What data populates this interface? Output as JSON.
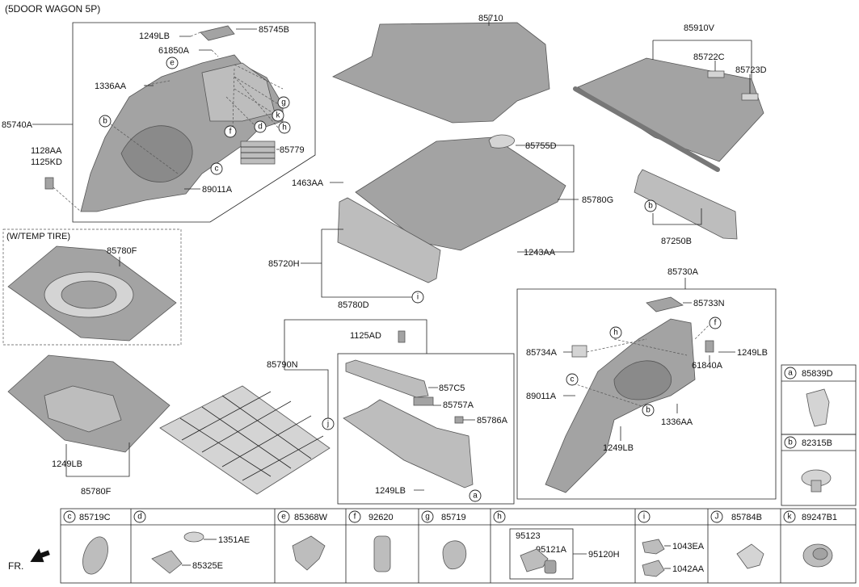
{
  "title": "(5DOOR WAGON 5P)",
  "temp_tire_title": "(W/TEMP TIRE)",
  "labels": {
    "l85710": "85710",
    "l85910v": "85910V",
    "l85722c": "85722C",
    "l85723d": "85723D",
    "l1249lb_a": "1249LB",
    "l85745b": "85745B",
    "l61850a": "61850A",
    "l1336aa_a": "1336AA",
    "l85740a": "85740A",
    "l1128aa": "1128AA",
    "l1125kd": "1125KD",
    "l85779": "85779",
    "l89011a_a": "89011A",
    "l85755d": "85755D",
    "l1463aa": "1463AA",
    "l85780g": "85780G",
    "l1243aa": "1243AA",
    "l85720h": "85720H",
    "l87250b": "87250B",
    "l85780f_a": "85780F",
    "l85780d": "85780D",
    "l1125ad": "1125AD",
    "l85790n": "85790N",
    "l857c5": "857C5",
    "l85757a": "85757A",
    "l85786a": "85786A",
    "l1249lb_b": "1249LB",
    "l1249lb_c": "1249LB",
    "l85780f_b": "85780F",
    "l85730a": "85730A",
    "l85733n": "85733N",
    "l85734a": "85734A",
    "l1249lb_d": "1249LB",
    "l61840a": "61840A",
    "l89011a_b": "89011A",
    "l1336aa_b": "1336AA",
    "l1249lb_e": "1249LB",
    "fr": "FR."
  },
  "callouts": {
    "e1": "e",
    "b1": "b",
    "c1": "c",
    "f1": "f",
    "g1": "g",
    "k1": "k",
    "h1": "h",
    "d1": "d",
    "b2": "b",
    "i1": "i",
    "j1": "j",
    "a1": "a",
    "h2": "h",
    "f2": "f",
    "c2": "c",
    "b3": "b"
  },
  "legend": [
    {
      "letter": "a",
      "part": "85839D"
    },
    {
      "letter": "b",
      "part": "82315B"
    },
    {
      "letter": "c",
      "part": "85719C"
    },
    {
      "letter": "d",
      "part": "",
      "sub": [
        "1351AE",
        "85325E"
      ]
    },
    {
      "letter": "e",
      "part": "85368W"
    },
    {
      "letter": "f",
      "part": "92620"
    },
    {
      "letter": "g",
      "part": "85719"
    },
    {
      "letter": "h",
      "part": "",
      "sub": [
        "95123",
        "95121A",
        "95120H"
      ]
    },
    {
      "letter": "i",
      "part": "",
      "sub": [
        "1043EA",
        "1042AA"
      ]
    },
    {
      "letter": "J",
      "part": "85784B"
    },
    {
      "letter": "k",
      "part": "89247B1"
    }
  ]
}
